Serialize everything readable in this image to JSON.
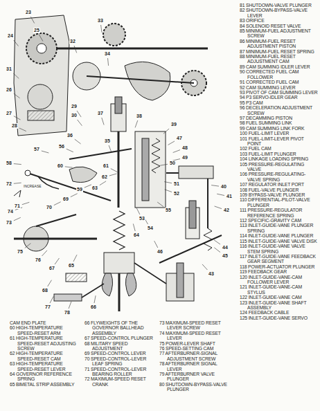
{
  "diagram": {
    "labels": [
      "23",
      "24",
      "25",
      "26",
      "27",
      "28",
      "29",
      "30",
      "31",
      "32",
      "33",
      "34",
      "35",
      "36",
      "37",
      "38",
      "39",
      "40",
      "41",
      "42",
      "43",
      "44",
      "45",
      "46",
      "47",
      "48",
      "49",
      "50",
      "51",
      "52",
      "53",
      "54",
      "55",
      "56",
      "57",
      "58",
      "59",
      "60",
      "61",
      "62",
      "63",
      "64",
      "65",
      "66",
      "67",
      "68",
      "69",
      "70",
      "71",
      "72",
      "73",
      "74",
      "75",
      "76",
      "77",
      "78",
      "INCREASE",
      "CAM END PLATE",
      "60 HIGH-TEMPERATURE SPEED-RESET ARM",
      "61 HIGH-TEMPERATURE SPEED-RESET ADJUSTING SCREW",
      "62 HIGH-TEMPERATURE SPEED-RESET CAM",
      "63 HIGH-TEMPERATURE SPEED-RESET LEVER",
      "64 GOVERNOR REFERENCE SPRING",
      "65 BIMETAL STRIP ASSEMBLY",
      "66 FLYWEIGHTS OF THE GOVERNOR BALLHEAD ASSEMBLY",
      "67 SPEED-CONTROL PLUNGER",
      "68 MILITARY SPEED ADJUSTMENT",
      "69 SPEED-CONTROL LEVER",
      "70 SPEED-CONTROL-LEVER LEAF SPRING",
      "71 SPEED-CONTROL-LEVER BEARING ROLLER",
      "72 MAXIMUM-SPEED RESET CRANK",
      "73 MAXIMUM-SPEED RESET LEVER SCREW",
      "74 MAXIMUM-SPEED RESET LEVER",
      "75 POWER-LEVER SHAFT",
      "76 SPEED-SETTING CAM",
      "77 AFTERBURNER-SIGNAL ADJUSTMENT SCREW",
      "78 AFTERBURNER SIGNAL LEVER",
      "79 AFTERBURNER VALVE PLUNGER",
      "80 SHUTDOWN-BYPASS-VALVE PLUNGER",
      "81 SHUTDOWN-VALVE PLUNGER",
      "82 SHUTDOWN-BYPASS-VALVE LEVER",
      "83 ORIFICE",
      "84 SOLENOID RESET VALVE",
      "85 MINIMUM-FUEL ADJUSTMENT SCREW",
      "86 MINIMUM-FUEL RESET ADJUSTMENT PISTON",
      "87 MINIMUM-FUEL RESET SPRING",
      "88 MINIMUM-FUEL RESET ADJUSTMENT CAM",
      "89 CAM SUMMING IDLER LEVER",
      "90 CORRECTED FUEL CAM FOLLOWER",
      "91 CORRECTED FUEL CAM",
      "92 CAM SUMMING LEVER",
      "93 PIVOT OF CAM SUMMING LEVER",
      "94 P3 SERVO-IDLER GEAR",
      "95 P3 CAM",
      "96 DECELERATION ADJUSTMENT SCREW",
      "97 DECAMMING PISTON",
      "98 FUEL SUMMING LINK",
      "99 CAM SUMMING LINK FORK",
      "100 FUEL-LIMIT LEVER",
      "101 FUEL-LIMIT-LEVER PIVOT POINT",
      "102 FUEL CAM",
      "103 FUEL-LIMIT PLUNGER",
      "104 LINKAGE LOADING SPRING",
      "105 PRESSURE-REGULATING VALVE",
      "106 PRESSURE-REGULATING-VALVE SPRING",
      "107 REGULATOR INLET PORT",
      "108 FUEL-VALVE PLUNGER",
      "109 BYPASS-VALVE PLUNGER",
      "110 DIFFERENTIAL-PILOT-VALVE PLUNGER",
      "111 PRESSURE-REGULATOR REFERENCE SPRING",
      "112 SPECIFIC-GRAVITY CAM",
      "113 INLET-GUIDE-VANE PLUNGER SPRING",
      "114 INLET-GUIDE-VANE PLUNGER",
      "115 INLET-GUIDE-VANE VALVE DISK",
      "116 INLET-GUIDE-VANE VALVE STEM SPRING",
      "117 INLET-GUIDE-VANE FEEDBACK GEAR SEGMENT",
      "118 POWER-ACTUATOR PLUNGER",
      "119 FEEDBACK GEAR",
      "120 INLET-GUIDE-VANE-CAM FOLLOWER LEVER",
      "121 INLET-GUIDE-VANE-CAM STYLUS",
      "122 INLET-GUIDE-VANE CAM",
      "123 INLET-GUIDE-VANE SHAFT ASSEMBLY",
      "124 FEEDBACK CABLE",
      "125 INLET-GUIDE-VANE SERVO"
    ]
  }
}
